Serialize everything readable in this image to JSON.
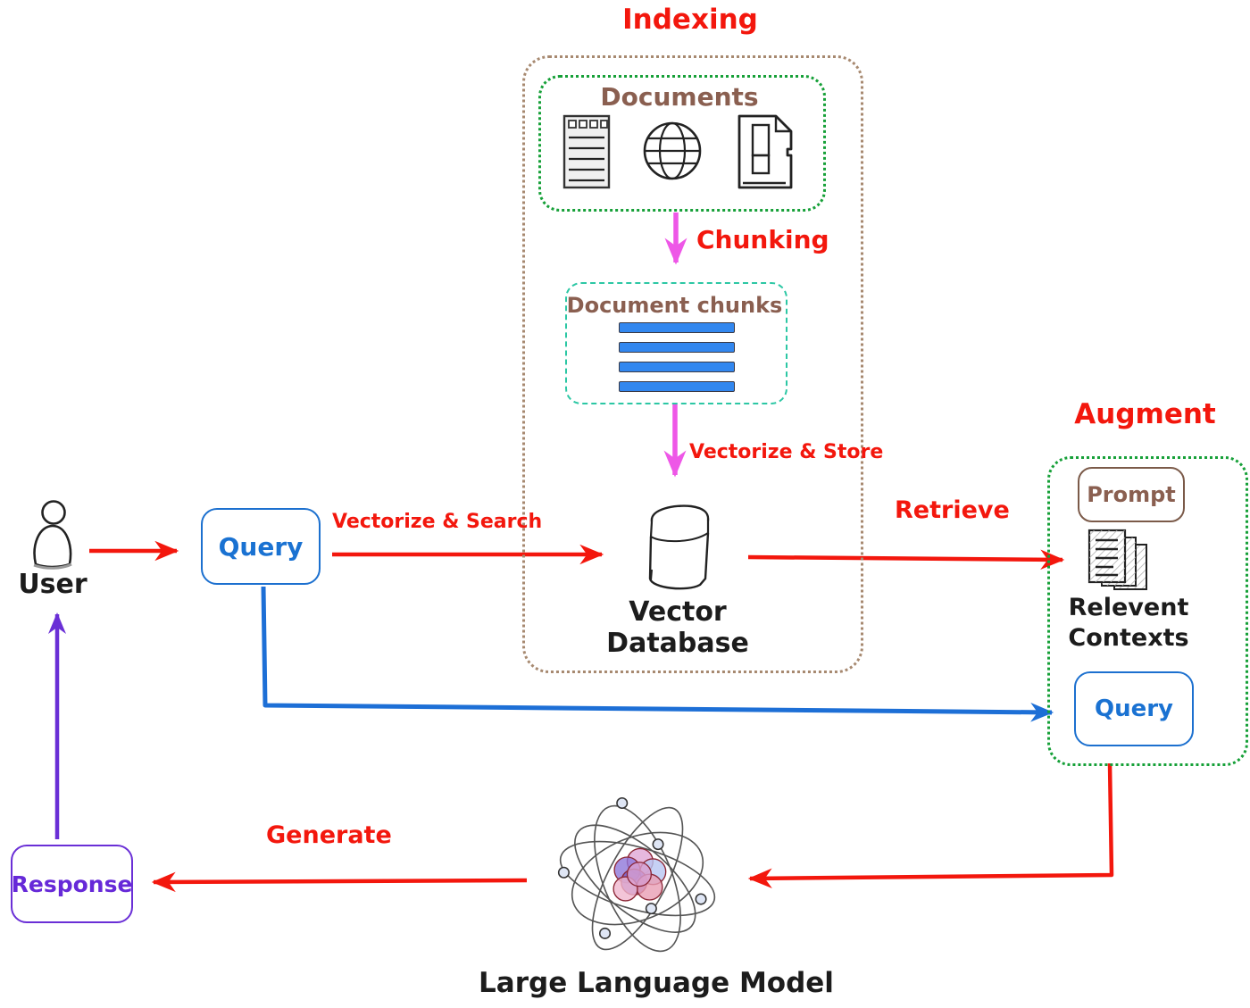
{
  "colors": {
    "red": "#f3170d",
    "magenta": "#ee57e7",
    "blue": "#1a72d2",
    "purple": "#6629d8",
    "green_dotted": "#16a038",
    "teal_dashed": "#2cc7a4",
    "brown_text": "#8a5f50",
    "brown_border": "#a78970",
    "black": "#1c1c1c",
    "chunk_bar_blue": "#3287ef"
  },
  "indexing": {
    "title": "Indexing",
    "documents_title": "Documents",
    "chunking_label": "Chunking",
    "chunks_title": "Document chunks",
    "vectorize_store_label": "Vectorize & Store",
    "vector_db_label": "Vector Database"
  },
  "augment": {
    "title": "Augment",
    "prompt_label": "Prompt",
    "contexts_label": "Relevent Contexts",
    "query_label": "Query"
  },
  "flow": {
    "user_label": "User",
    "query_label": "Query",
    "response_label": "Response",
    "vectorize_search_label": "Vectorize & Search",
    "retrieve_label": "Retrieve",
    "generate_label": "Generate",
    "llm_label": "Large Language Model"
  },
  "icons": {
    "user": "user-person-icon",
    "documents": [
      "form-document-icon",
      "globe-icon",
      "report-file-icon"
    ],
    "vector_database": "database-cylinder-icon",
    "relevant_contexts": "documents-stack-icon",
    "llm": "atom-icon"
  }
}
